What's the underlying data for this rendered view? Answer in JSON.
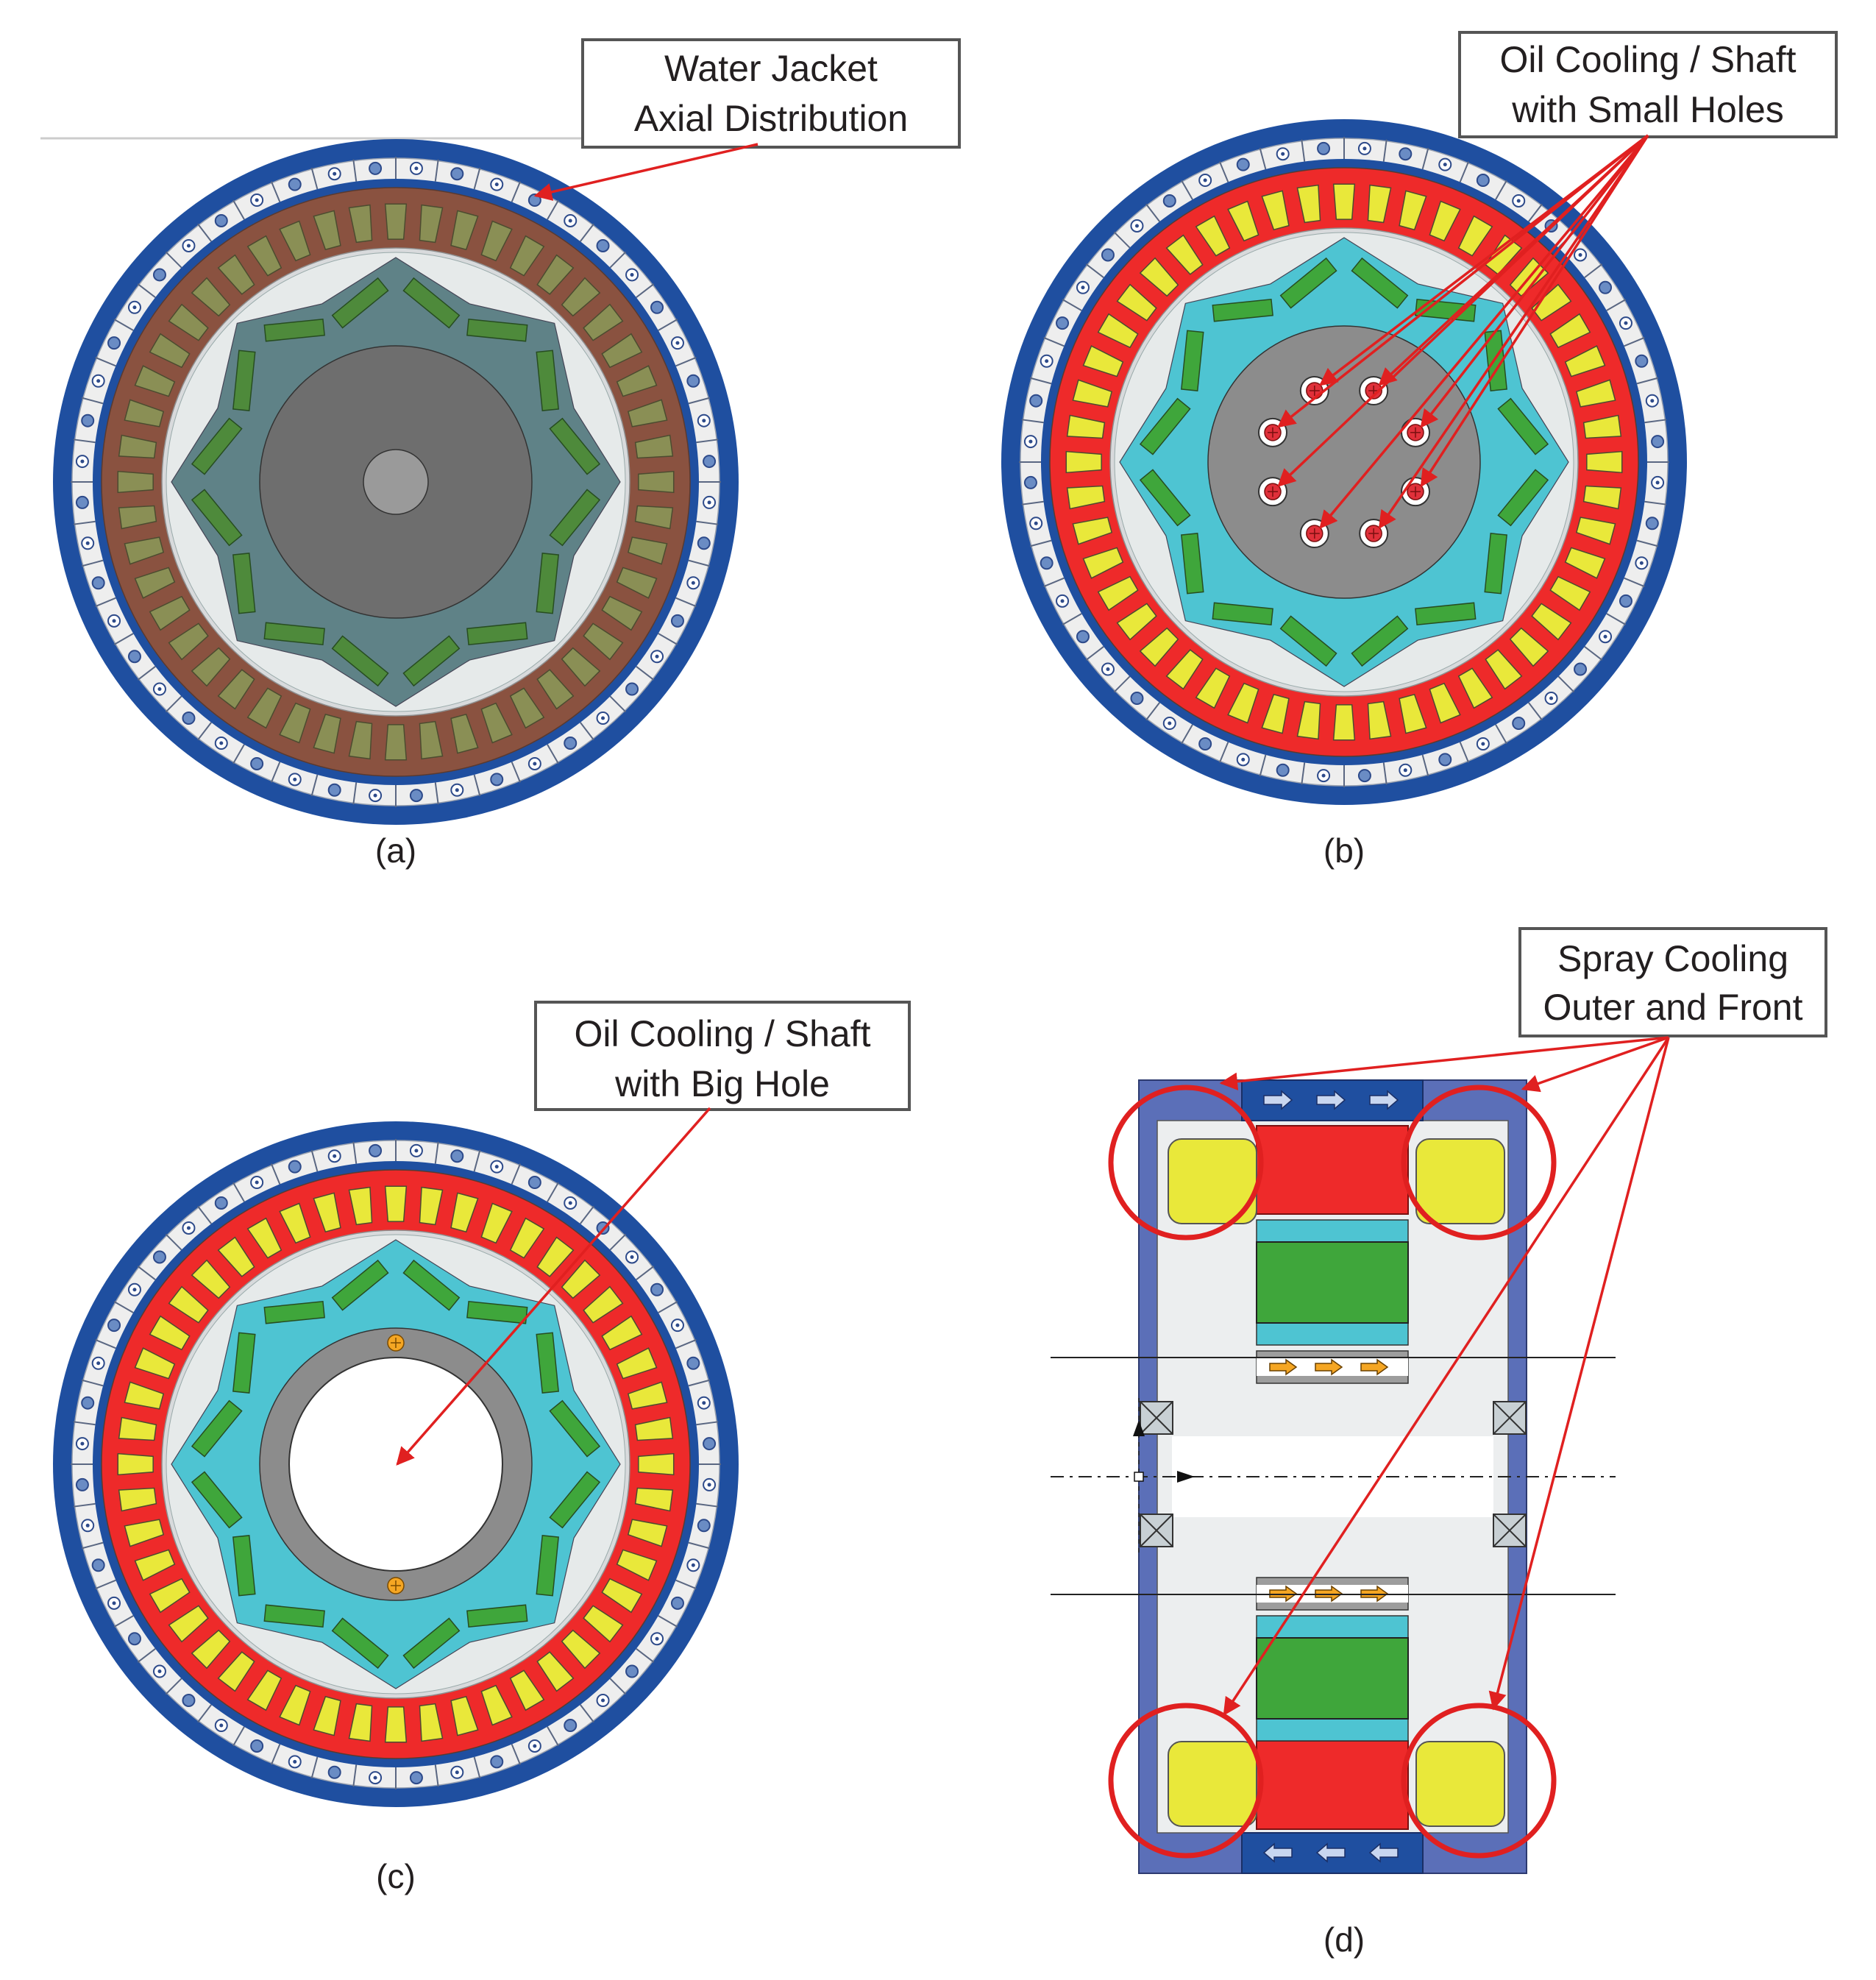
{
  "colors": {
    "jacket_blue": "#1f4fa0",
    "jacket_white": "#eeeeee",
    "water_port": "#6a8cc4",
    "oil_port": "#e0303a",
    "spray_port": "#f5a623",
    "stator_a": "#8a5240",
    "slot_a": "#8a8f55",
    "rotor_a": "#5f8287",
    "magnet_a": "#4e8a3b",
    "shaft_a": "#6e6e6e",
    "stator": "#ee2a2a",
    "slot": "#e9e83a",
    "rotor": "#4ec4d2",
    "magnet": "#3fa63b",
    "shaft": "#8c8c8c",
    "housing": "#5b6fb8",
    "pointer": "#e02020",
    "bearing": "#c8d0d4"
  },
  "panels": [
    {
      "id": "a",
      "caption": "(a)",
      "callout": {
        "lines": [
          "Water Jacket",
          "Axial Distribution"
        ]
      },
      "icons": [
        "water-port-icon"
      ]
    },
    {
      "id": "b",
      "caption": "(b)",
      "callout": {
        "lines": [
          "Oil Cooling / Shaft",
          "with Small Holes"
        ]
      },
      "small_hole_count": 8,
      "icons": [
        "oil-port-icon"
      ]
    },
    {
      "id": "c",
      "caption": "(c)",
      "callout": {
        "lines": [
          "Oil Cooling / Shaft",
          "with Big Hole"
        ]
      },
      "icons": [
        "spray-port-icon"
      ]
    },
    {
      "id": "d",
      "caption": "(d)",
      "callout": {
        "lines": [
          "Spray Cooling",
          "Outer and Front"
        ]
      },
      "icons": [
        "flow-arrow-icon",
        "bearing-icon"
      ]
    }
  ],
  "geometry_counts": {
    "stator_slots": 48,
    "rotor_poles": 8,
    "jacket_channels": 48
  }
}
